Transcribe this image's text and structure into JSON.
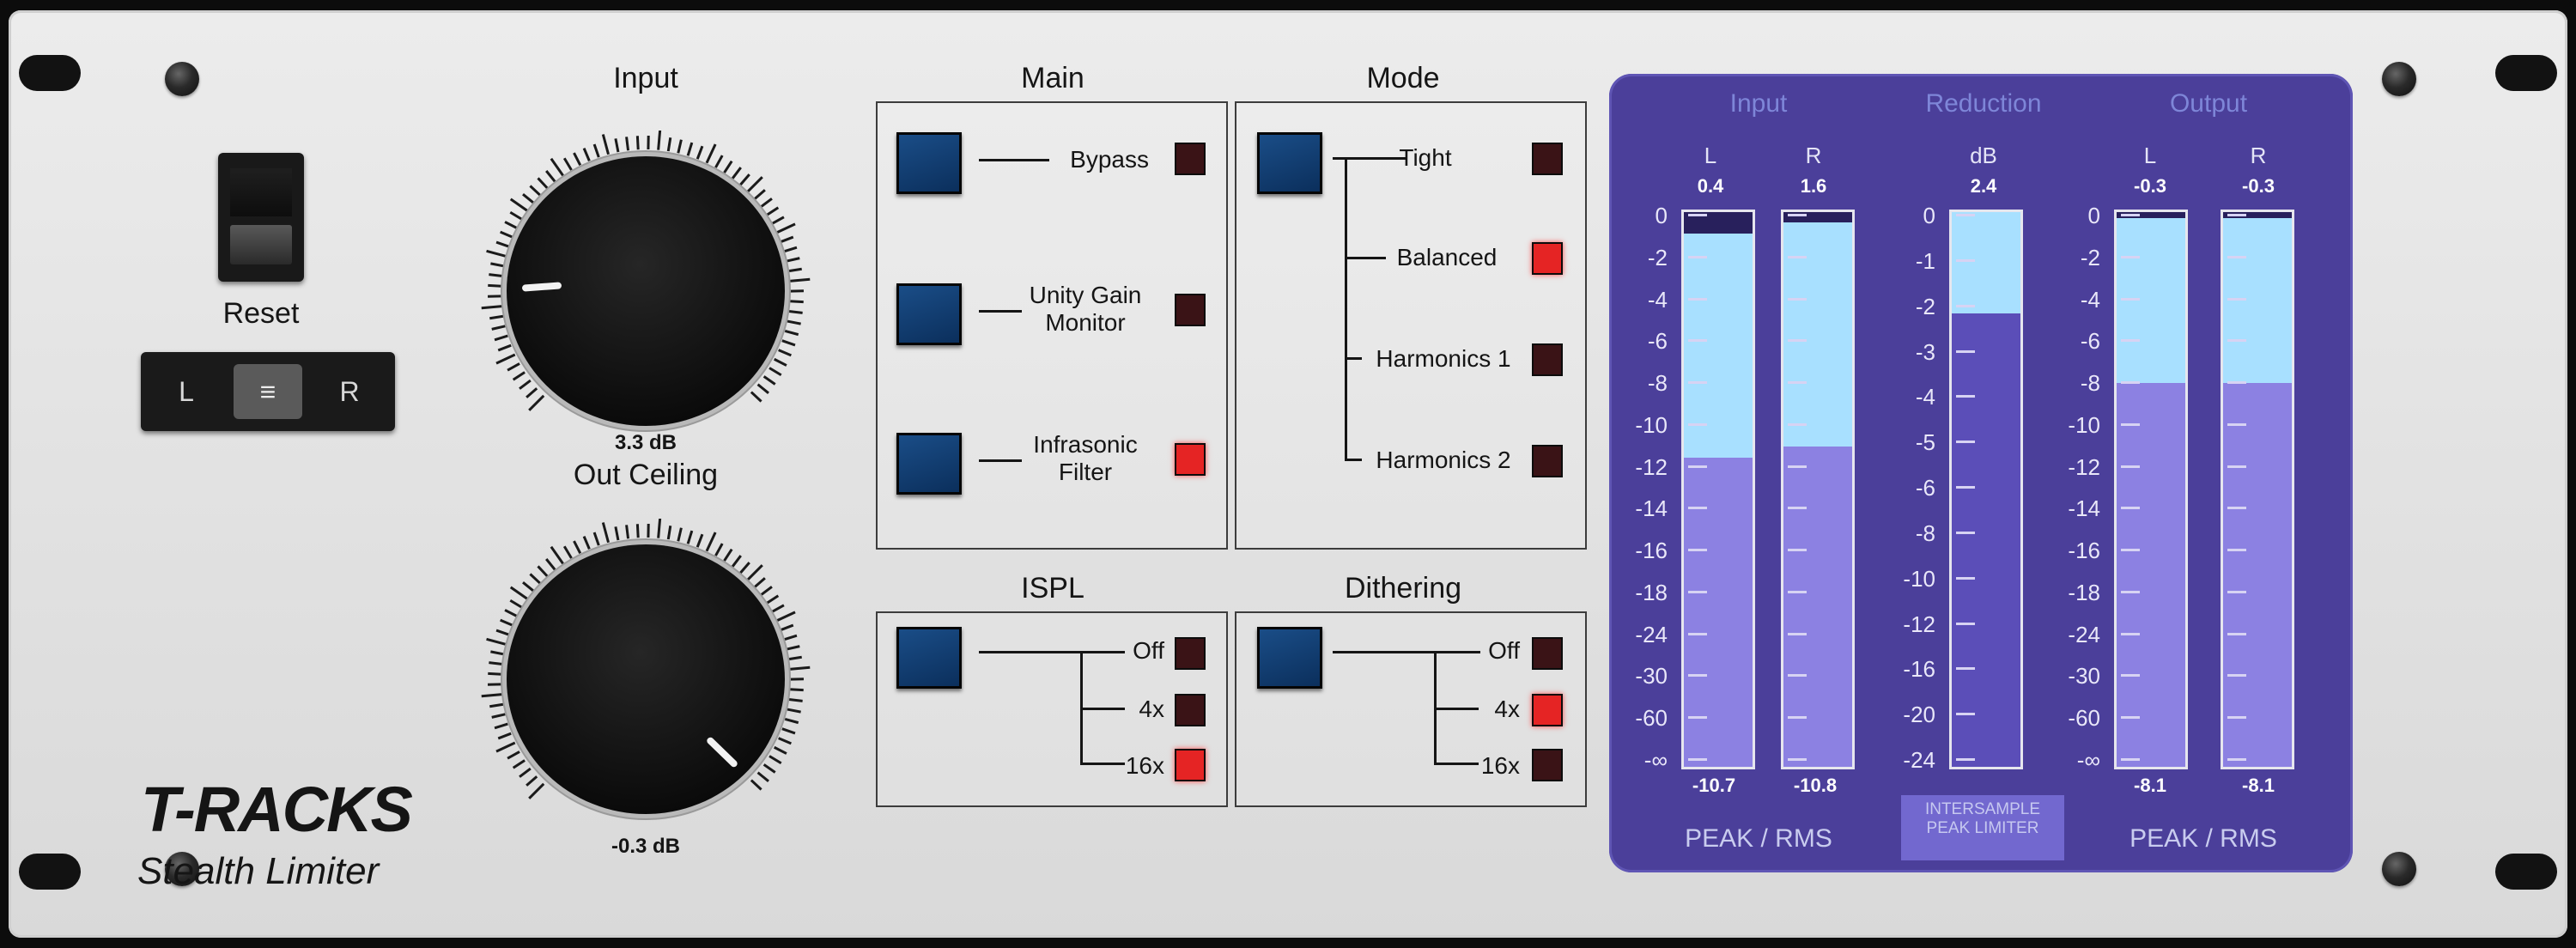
{
  "brand": {
    "logo": "T-RACKS",
    "product": "Stealth Limiter"
  },
  "reset": {
    "label": "Reset",
    "link": {
      "left": "L",
      "middle": "≡",
      "right": "R"
    }
  },
  "input_knob": {
    "label": "Input",
    "value": "3.3 dB"
  },
  "ceiling_knob": {
    "label": "Out Ceiling",
    "value": "-0.3 dB"
  },
  "main": {
    "title": "Main",
    "items": [
      {
        "label": "Bypass",
        "led": "off"
      },
      {
        "label": "Unity Gain Monitor",
        "led": "off"
      },
      {
        "label": "Infrasonic Filter",
        "led": "on"
      }
    ]
  },
  "mode": {
    "title": "Mode",
    "options": [
      {
        "label": "Tight",
        "led": "off"
      },
      {
        "label": "Balanced",
        "led": "on"
      },
      {
        "label": "Harmonics 1",
        "led": "off"
      },
      {
        "label": "Harmonics 2",
        "led": "off"
      }
    ]
  },
  "ispl": {
    "title": "ISPL",
    "options": [
      {
        "label": "Off",
        "led": "off"
      },
      {
        "label": "4x",
        "led": "off"
      },
      {
        "label": "16x",
        "led": "on"
      }
    ]
  },
  "dithering": {
    "title": "Dithering",
    "options": [
      {
        "label": "Off",
        "led": "off"
      },
      {
        "label": "4x",
        "led": "on"
      },
      {
        "label": "16x",
        "led": "off"
      }
    ]
  },
  "meters": {
    "headers": {
      "input": "Input",
      "reduction": "Reduction",
      "output": "Output"
    },
    "input": {
      "channels": [
        {
          "name": "L",
          "peak": "0.4",
          "rms": "-10.7",
          "peak_db": -1,
          "rms_db": -11.5
        },
        {
          "name": "R",
          "peak": "1.6",
          "rms": "-10.8",
          "peak_db": -0.5,
          "rms_db": -11
        }
      ],
      "scale": [
        "0",
        "-2",
        "-4",
        "-6",
        "-8",
        "-10",
        "-12",
        "-14",
        "-16",
        "-18",
        "-24",
        "-30",
        "-60",
        "-∞"
      ],
      "footer": "PEAK / RMS"
    },
    "reduction": {
      "unit": "dB",
      "value": "2.4",
      "level_db": 2.2,
      "scale": [
        "0",
        "-1",
        "-2",
        "-3",
        "-4",
        "-5",
        "-6",
        "-8",
        "-10",
        "-12",
        "-16",
        "-20",
        "-24"
      ],
      "badge": "INTERSAMPLE PEAK LIMITER"
    },
    "output": {
      "channels": [
        {
          "name": "L",
          "peak": "-0.3",
          "rms": "-8.1",
          "peak_db": -0.3,
          "rms_db": -8
        },
        {
          "name": "R",
          "peak": "-0.3",
          "rms": "-8.1",
          "peak_db": -0.3,
          "rms_db": -8
        }
      ],
      "scale": [
        "0",
        "-2",
        "-4",
        "-6",
        "-8",
        "-10",
        "-12",
        "-14",
        "-16",
        "-18",
        "-24",
        "-30",
        "-60",
        "-∞"
      ],
      "footer": "PEAK / RMS"
    }
  }
}
